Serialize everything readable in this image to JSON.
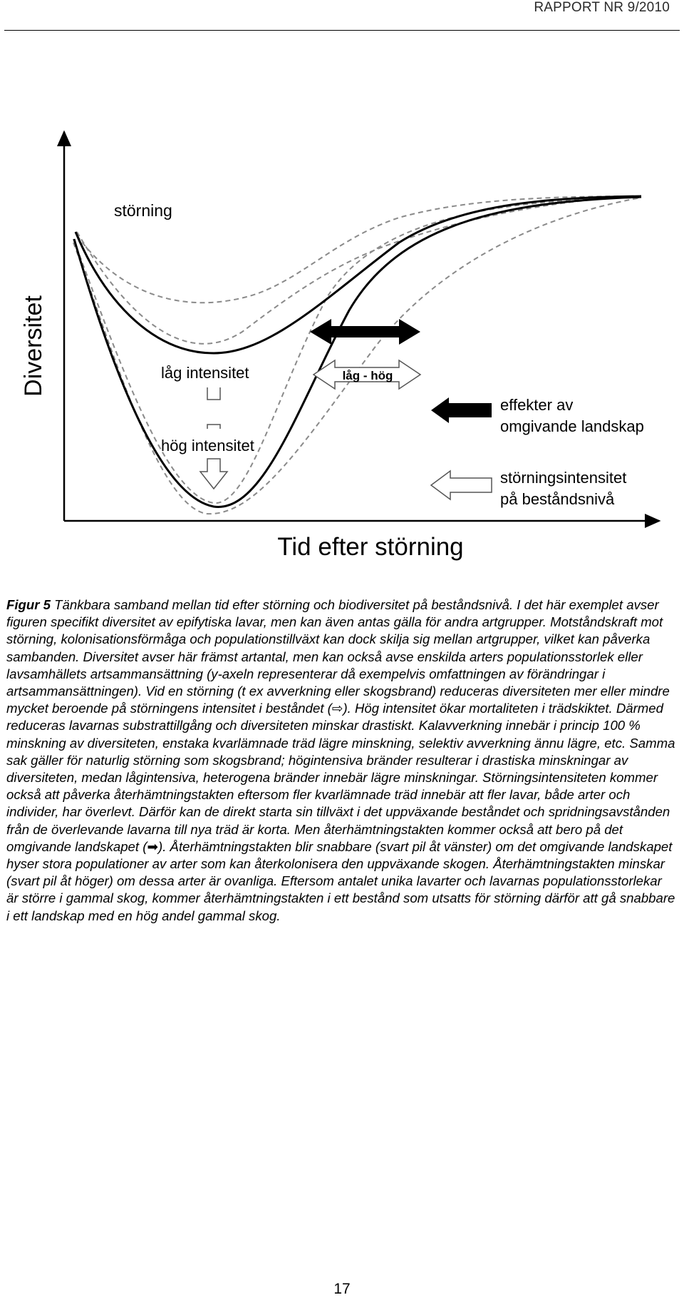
{
  "header": {
    "report_label": "RAPPORT NR 9/2010"
  },
  "figure": {
    "y_axis_label": "Diversitet",
    "x_axis_label": "Tid efter störning",
    "label_disturbance": "störning",
    "label_low_intensity": "låg intensitet",
    "label_high_intensity": "hög intensitet",
    "label_low_high": "låg - hög",
    "legend_landscape_line1": "effekter av",
    "legend_landscape_line2": "omgivande landskap",
    "legend_intensity_line1": "störningsintensitet",
    "legend_intensity_line2": "på beståndsnivå",
    "colors": {
      "solid": "#000000",
      "dashed": "#8a8a8a",
      "axis": "#000000"
    }
  },
  "caption": {
    "lead": "Figur 5",
    "part1": " Tänkbara samband mellan tid efter störning och biodiversitet på beståndsnivå. I det här exemplet avser figuren specifikt diversitet av epifytiska lavar, men kan även antas gälla för andra artgrupper. Motståndskraft mot störning, kolonisationsförmåga och populationstillväxt kan dock skilja sig mellan artgrupper, vilket kan påverka sambanden. Diversitet avser här främst artantal, men kan också avse enskilda arters populationsstorlek eller lavsamhällets artsammansättning (y-axeln representerar då exempelvis omfattningen av förändringar i artsammansättningen). Vid en störning (t ex avverkning eller skogsbrand) reduceras diversiteten mer eller mindre mycket beroende på störningens intensitet i beståndet (",
    "hollow_arrow": "⇨",
    "part2": "). Hög intensitet ökar mortaliteten i trädskiktet. Därmed reduceras lavarnas substrattillgång och diversiteten minskar drastiskt. Kalavverkning innebär i princip 100 % minskning av diversiteten, enstaka kvarlämnade träd lägre minskning, selektiv avverkning ännu lägre, etc. Samma sak gäller för naturlig störning som skogsbrand; högintensiva bränder resulterar i drastiska minskningar av diversiteten, medan lågintensiva, heterogena bränder innebär lägre minskningar. Störningsintensiteten kommer också att påverka återhämtningstakten eftersom fler kvarlämnade träd innebär att fler lavar, både arter och individer, har överlevt. Därför kan de direkt starta sin tillväxt i det uppväxande beståndet och spridningsavstånden från de överlevande lavarna till nya träd är korta. Men återhämtningstakten kommer också att bero på det omgivande landskapet (",
    "solid_arrow": "➡",
    "part3": "). Återhämtningstakten blir snabbare (svart pil åt vänster) om det omgivande landskapet hyser stora populationer av arter som kan återkolonisera den uppväxande skogen. Återhämtningstakten minskar (svart pil åt höger) om dessa arter är ovanliga. Eftersom antalet unika lavarter och lavarnas populationsstorlekar är större i gammal skog, kommer återhämtningstakten i ett bestånd som utsatts för störning därför att gå snabbare i ett landskap med en hög andel gammal skog."
  },
  "footer": {
    "page_number": "17"
  }
}
